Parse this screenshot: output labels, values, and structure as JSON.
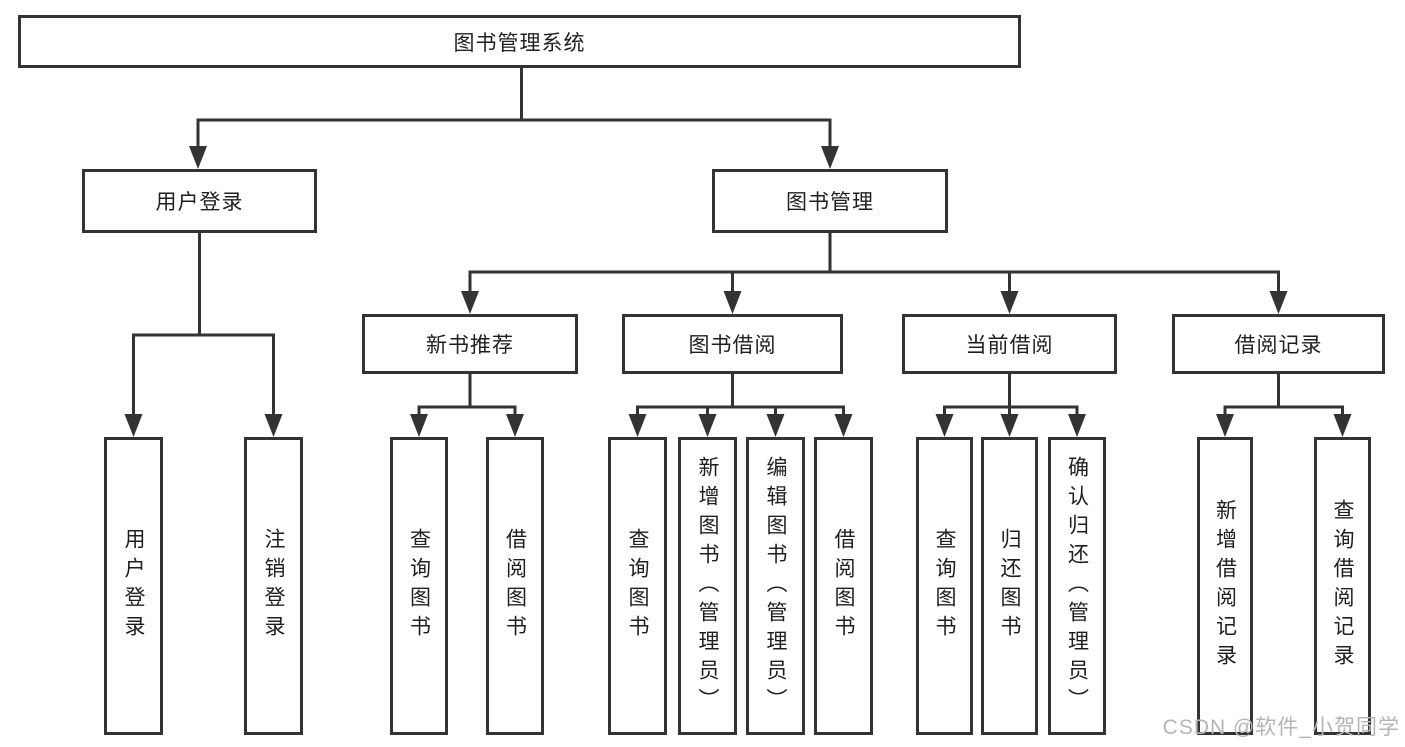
{
  "tree": {
    "root": {
      "label": "图书管理系统"
    },
    "branches": [
      {
        "label": "用户登录",
        "children": [
          {
            "label": "用户登录"
          },
          {
            "label": "注销登录"
          }
        ]
      },
      {
        "label": "图书管理",
        "children": [
          {
            "label": "新书推荐",
            "children": [
              {
                "label": "查询图书"
              },
              {
                "label": "借阅图书"
              }
            ]
          },
          {
            "label": "图书借阅",
            "children": [
              {
                "label": "查询图书"
              },
              {
                "label": "新增图书（管理员）"
              },
              {
                "label": "编辑图书（管理员）"
              },
              {
                "label": "借阅图书"
              }
            ]
          },
          {
            "label": "当前借阅",
            "children": [
              {
                "label": "查询图书"
              },
              {
                "label": "归还图书"
              },
              {
                "label": "确认归还（管理员）"
              }
            ]
          },
          {
            "label": "借阅记录",
            "children": [
              {
                "label": "新增借阅记录"
              },
              {
                "label": "查询借阅记录"
              }
            ]
          }
        ]
      }
    ]
  },
  "watermark": {
    "text": "CSDN @软件_小贺同学"
  },
  "colors": {
    "line": "#333333",
    "text": "#1f1f1f",
    "watermark": "#b5b5b5",
    "background": "#ffffff"
  }
}
